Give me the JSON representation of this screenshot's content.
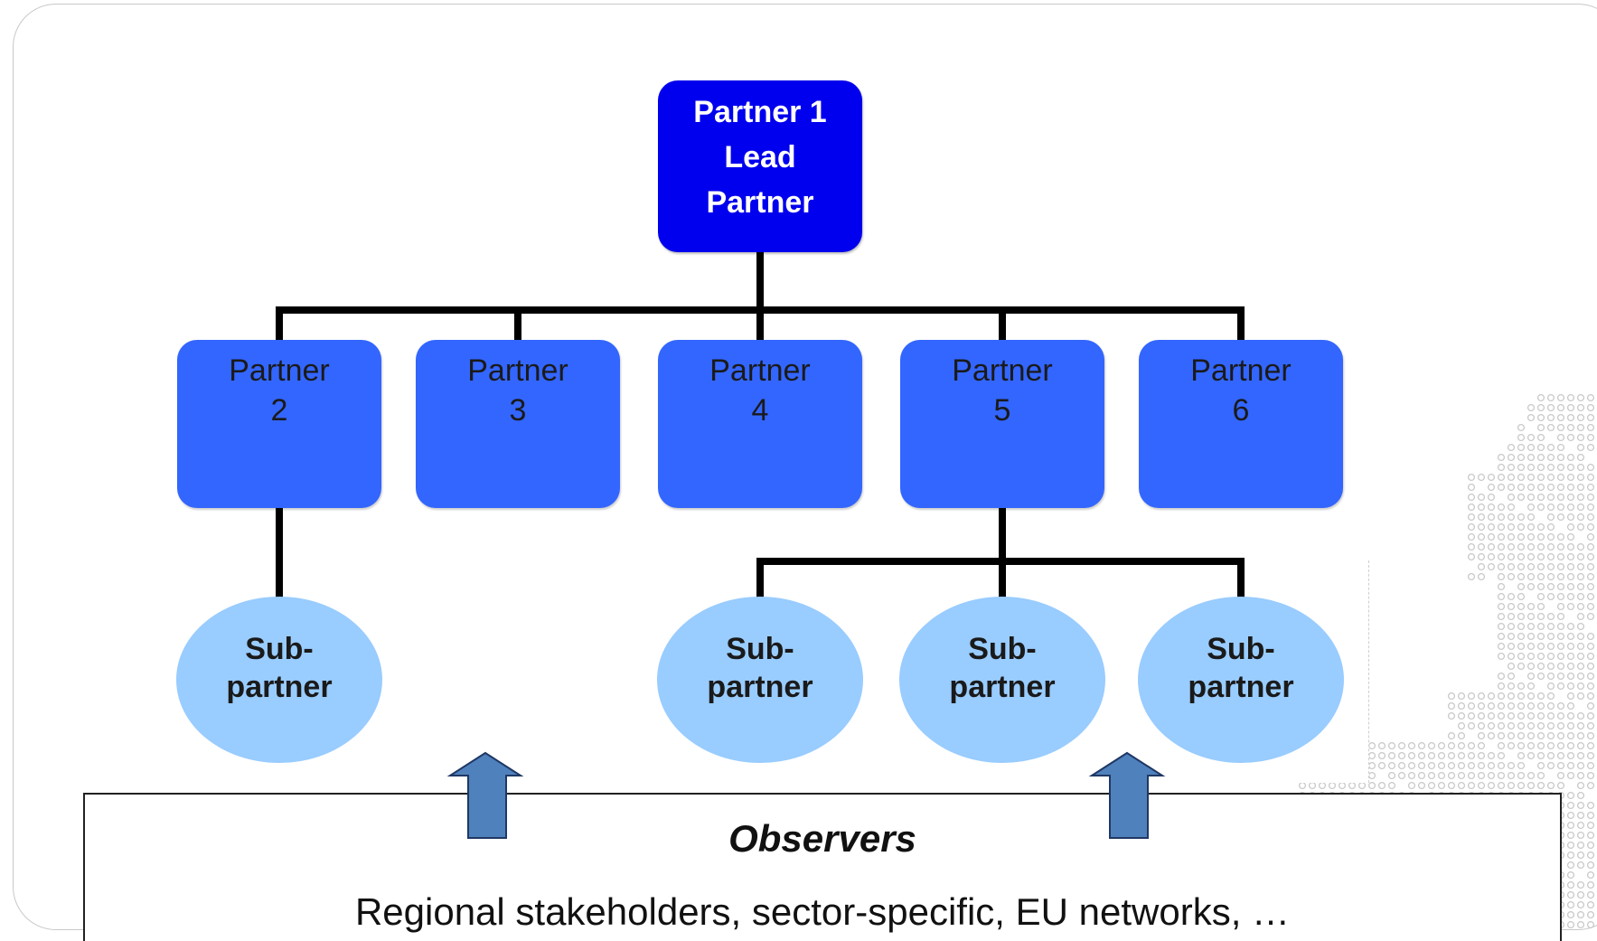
{
  "lead_partner": {
    "label": "Partner 1\nLead\nPartner"
  },
  "partners": [
    {
      "label": "Partner\n2"
    },
    {
      "label": "Partner\n3"
    },
    {
      "label": "Partner\n4"
    },
    {
      "label": "Partner\n5"
    },
    {
      "label": "Partner\n6"
    }
  ],
  "sub_partners": [
    {
      "label": "Sub-\npartner",
      "parent": "Partner 2"
    },
    {
      "label": "Sub-\npartner",
      "parent": "Partner 5"
    },
    {
      "label": "Sub-\npartner",
      "parent": "Partner 5"
    },
    {
      "label": "Sub-\npartner",
      "parent": "Partner 5"
    }
  ],
  "observers": {
    "title": "Observers",
    "text": "Regional stakeholders, sector-specific, EU networks, …"
  },
  "colors": {
    "lead_fill": "#0000ee",
    "partner_fill": "#3366ff",
    "sub_partner_fill": "#99ccff",
    "arrow_fill": "#4f81bd",
    "connector": "#000000"
  }
}
